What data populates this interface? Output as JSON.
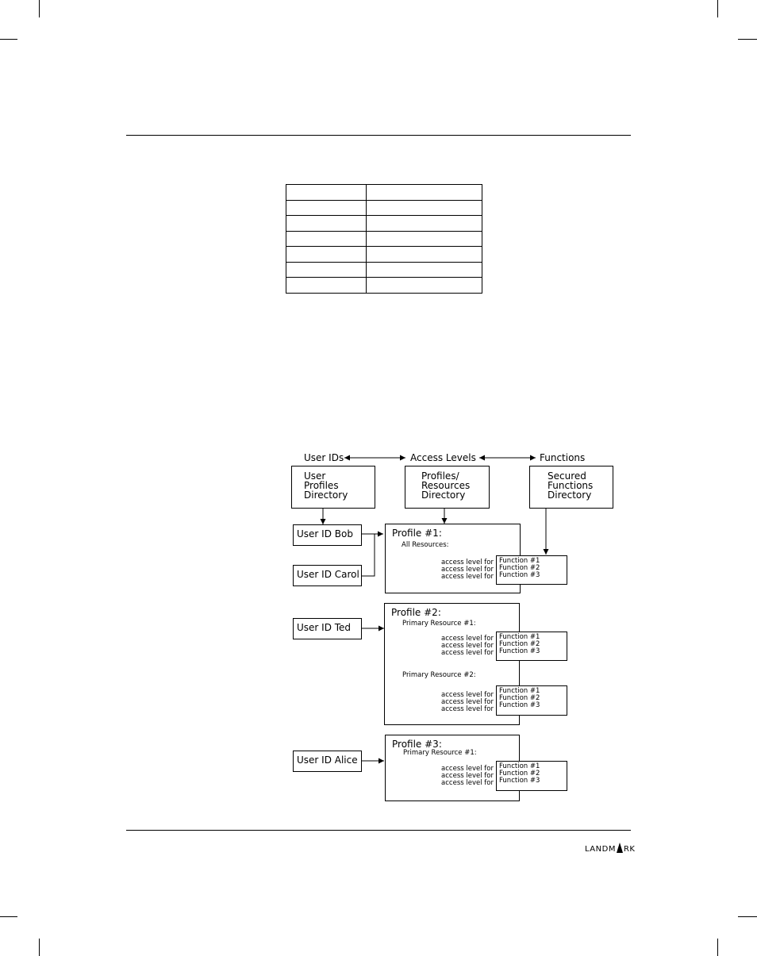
{
  "diagram": {
    "header": {
      "user_ids": "User IDs",
      "access_levels": "Access Levels",
      "functions": "Functions"
    },
    "directories": {
      "user_profiles": [
        "User",
        "Profiles",
        "Directory"
      ],
      "profiles_resources": [
        "Profiles/",
        "Resources",
        "Directory"
      ],
      "secured_functions": [
        "Secured",
        "Functions",
        "Directory"
      ]
    },
    "users": {
      "bob": "User ID Bob",
      "carol": "User ID Carol",
      "ted": "User ID Ted",
      "alice": "User ID Alice"
    },
    "profiles": {
      "p1": {
        "title": "Profile #1:",
        "resource": "All Resources:"
      },
      "p2": {
        "title": "Profile #2:",
        "resource1": "Primary Resource #1:",
        "resource2": "Primary Resource #2:"
      },
      "p3": {
        "title": "Profile #3:",
        "resource1": "Primary Resource #1:"
      }
    },
    "access_label": "access level for",
    "functions": [
      "Function #1",
      "Function #2",
      "Function #3"
    ]
  },
  "footer": {
    "logo_left": "LANDM",
    "logo_right": "RK"
  }
}
